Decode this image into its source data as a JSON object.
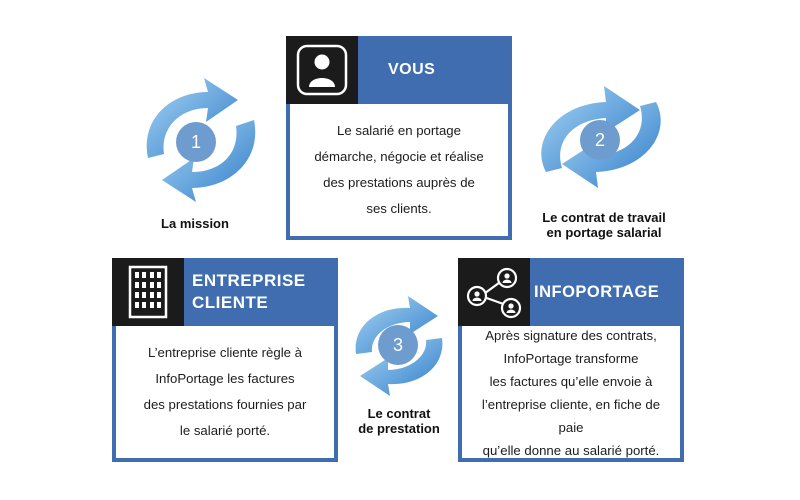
{
  "boxes": {
    "vous": {
      "title": "VOUS",
      "icon": "person-icon",
      "lines": [
        "Le salarié en portage",
        "démarche, négocie et réalise",
        "des prestations auprès de",
        "ses clients."
      ]
    },
    "entreprise": {
      "title_line1": "ENTREPRISE",
      "title_line2": "CLIENTE",
      "icon": "building-icon",
      "lines": [
        "L’entreprise cliente règle à",
        "InfoPortage les factures",
        "des prestations fournies par",
        "le salarié porté."
      ]
    },
    "infoportage": {
      "title": "INFOPORTAGE",
      "icon": "network-icon",
      "lines": [
        "Après signature des contrats,",
        "InfoPortage transforme",
        "les factures qu’elle envoie à",
        "l’entreprise cliente, en fiche de paie",
        "qu’elle donne au salarié porté."
      ]
    }
  },
  "steps": [
    {
      "number": "1",
      "caption_line1": "La mission",
      "caption_line2": ""
    },
    {
      "number": "2",
      "caption_line1": "Le contrat de travail",
      "caption_line2": "en portage salarial"
    },
    {
      "number": "3",
      "caption_line1": "Le contrat",
      "caption_line2": "de prestation"
    }
  ],
  "colors": {
    "primary": "#3f6db0",
    "dark": "#1b1b1b",
    "arrow_light": "#8fc3ee",
    "arrow_dark": "#3b86cf",
    "badge": "#6e9ccf"
  }
}
